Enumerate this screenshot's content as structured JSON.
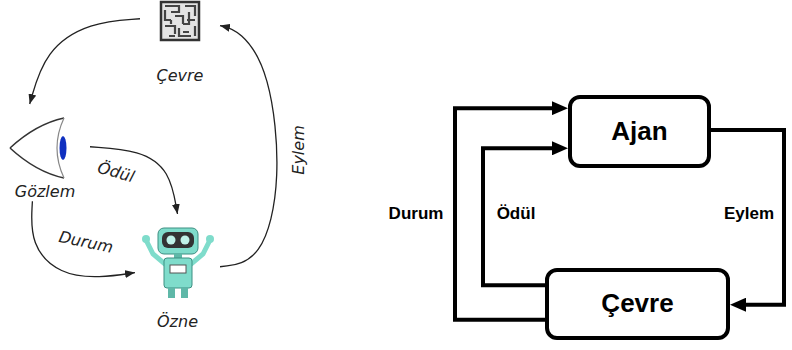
{
  "diagram": {
    "nodes": [
      {
        "text": [
          "Çevre"
        ]
      },
      {
        "text": [
          "Gözlem"
        ]
      },
      {
        "text": [
          "Özne"
        ]
      },
      {
        "text": [
          "Ajan"
        ]
      },
      {
        "text": [
          "Çevre"
        ]
      }
    ],
    "edges": [
      {
        "from": 0,
        "to": 1,
        "arrow": "to"
      },
      {
        "from": 1,
        "to": 2,
        "label": "Ödül",
        "arrow": "to"
      },
      {
        "from": 1,
        "to": 2,
        "label": "Durum",
        "arrow": "to"
      },
      {
        "from": 2,
        "to": 0,
        "label": "Eylem",
        "arrow": "to"
      },
      {
        "from": 4,
        "to": 3,
        "label": "Durum",
        "arrow": "to"
      },
      {
        "from": 4,
        "to": 3,
        "label": "Ödül",
        "arrow": "to"
      },
      {
        "from": 3,
        "to": 4,
        "label": "Eylem",
        "arrow": "to"
      }
    ]
  }
}
